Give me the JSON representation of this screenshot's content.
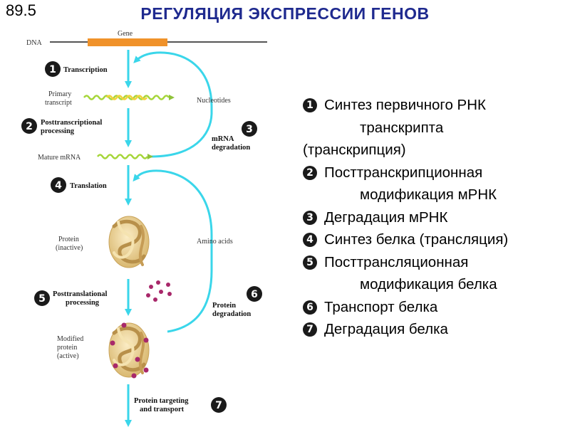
{
  "slide_number": "89.5",
  "title": "РЕГУЛЯЦИЯ ЭКСПРЕССИИ ГЕНОВ",
  "colors": {
    "title": "#1f2a8f",
    "arrow": "#3ad6ea",
    "gene_bar": "#f0922a",
    "mrna_wave": "#a6d63a",
    "protein": "#e9cf8f",
    "amino_acid": "#a8286a"
  },
  "diagram": {
    "dna": "DNA",
    "gene": "Gene",
    "primary_transcript": [
      "Primary",
      "transcript"
    ],
    "mature_mrna": "Mature mRNA",
    "nucleotides": "Nucleotides",
    "protein_inactive": [
      "Protein",
      "(inactive)"
    ],
    "amino_acids": "Amino acids",
    "modified_protein": [
      "Modified",
      "protein",
      "(active)"
    ],
    "steps": [
      {
        "num": "1",
        "label": [
          "Transcription"
        ]
      },
      {
        "num": "2",
        "label": [
          "Posttranscriptional",
          "processing"
        ]
      },
      {
        "num": "3",
        "label": [
          "mRNA",
          "degradation"
        ]
      },
      {
        "num": "4",
        "label": [
          "Translation"
        ]
      },
      {
        "num": "5",
        "label": [
          "Posttranslational",
          "processing"
        ]
      },
      {
        "num": "6",
        "label": [
          "Protein",
          "degradation"
        ]
      },
      {
        "num": "7",
        "label": [
          "Protein targeting",
          "and transport"
        ]
      }
    ]
  },
  "legend": [
    {
      "num": "1",
      "lines": [
        "Синтез первичного РНК",
        "транскрипта",
        "(транскрипция)"
      ]
    },
    {
      "num": "2",
      "lines": [
        "Посттранскрипционная",
        "модификация мРНК"
      ]
    },
    {
      "num": "3",
      "lines": [
        "Деградация мРНК"
      ]
    },
    {
      "num": "4",
      "lines": [
        "Синтез белка (трансляция)"
      ]
    },
    {
      "num": "5",
      "lines": [
        "Посттрансляционная",
        "модификация белка"
      ]
    },
    {
      "num": "6",
      "lines": [
        "Транспорт белка"
      ]
    },
    {
      "num": "7",
      "lines": [
        "Деградация белка"
      ]
    }
  ]
}
